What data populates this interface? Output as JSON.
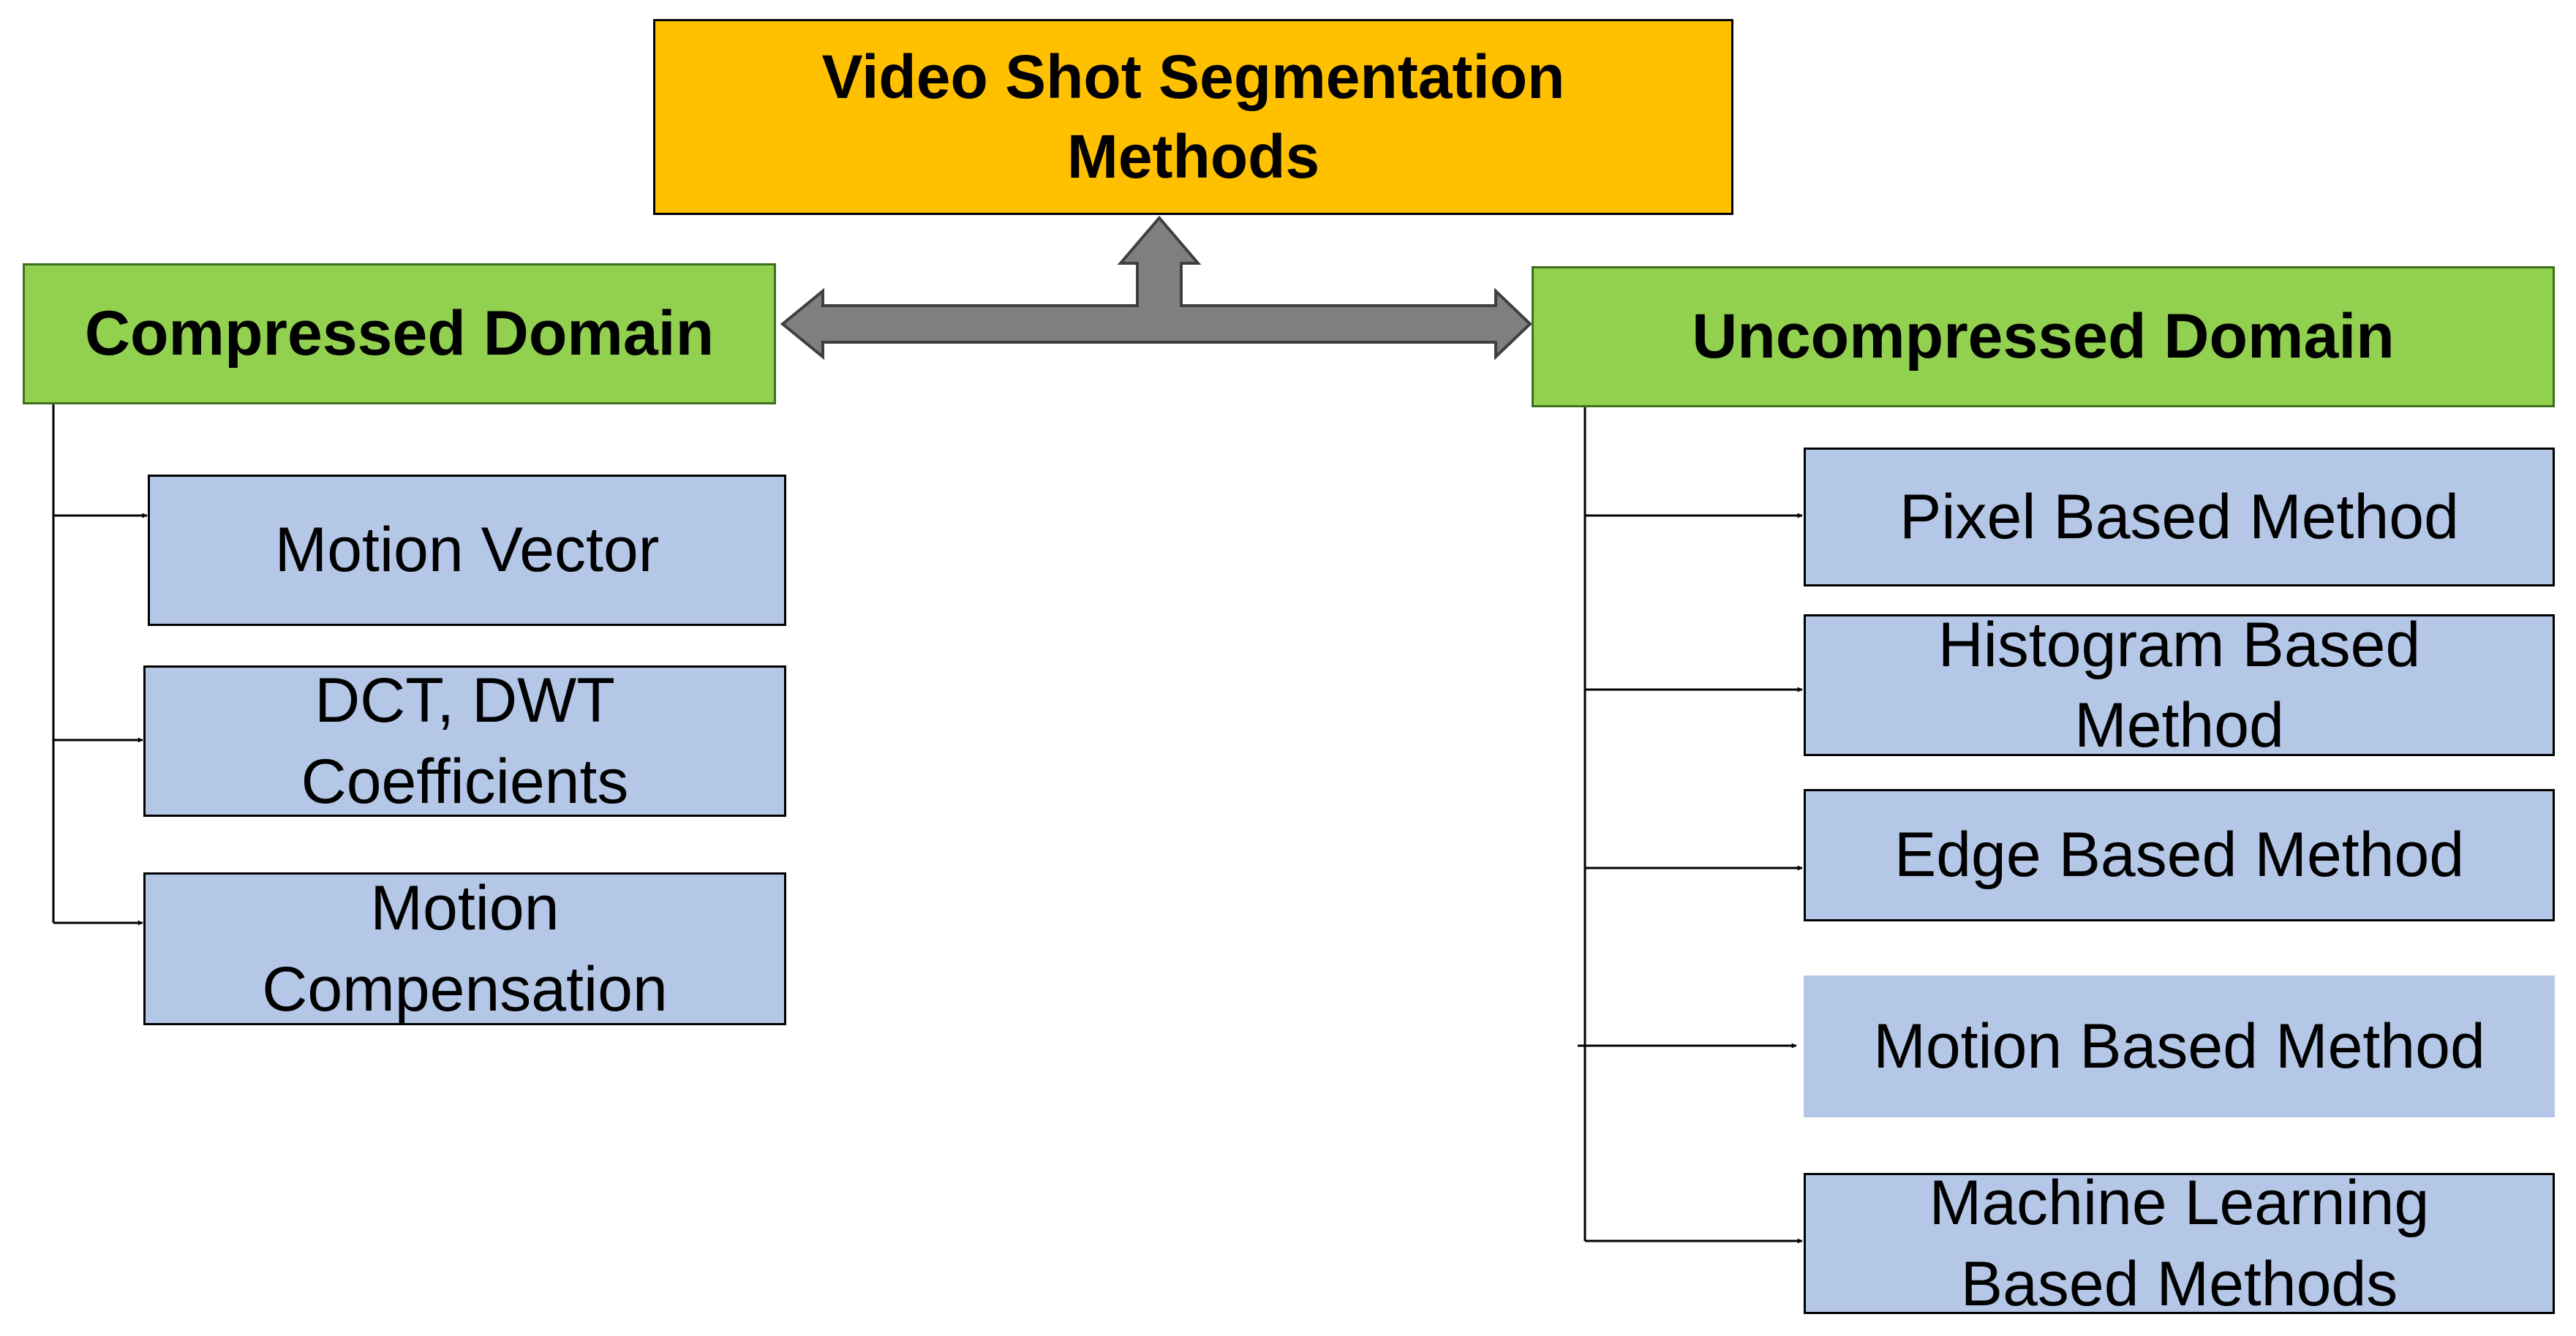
{
  "root": {
    "label": "Video Shot Segmentation\nMethods",
    "fill": "#FFC000"
  },
  "colors": {
    "domain_fill": "#92D050",
    "method_fill": "#B4C7E7",
    "arrow_fill": "#7F7F7F",
    "arrow_stroke": "#3F3F3F",
    "connector": "#000000"
  },
  "compressed": {
    "label": "Compressed Domain",
    "methods": [
      {
        "label": "Motion Vector"
      },
      {
        "label": "DCT, DWT\nCoefficients"
      },
      {
        "label": "Motion\nCompensation"
      }
    ]
  },
  "uncompressed": {
    "label": "Uncompressed Domain",
    "methods": [
      {
        "label": "Pixel  Based Method"
      },
      {
        "label": "Histogram Based\nMethod"
      },
      {
        "label": "Edge Based Method"
      },
      {
        "label": "Motion Based Method"
      },
      {
        "label": "Machine Learning\nBased Methods"
      }
    ]
  }
}
